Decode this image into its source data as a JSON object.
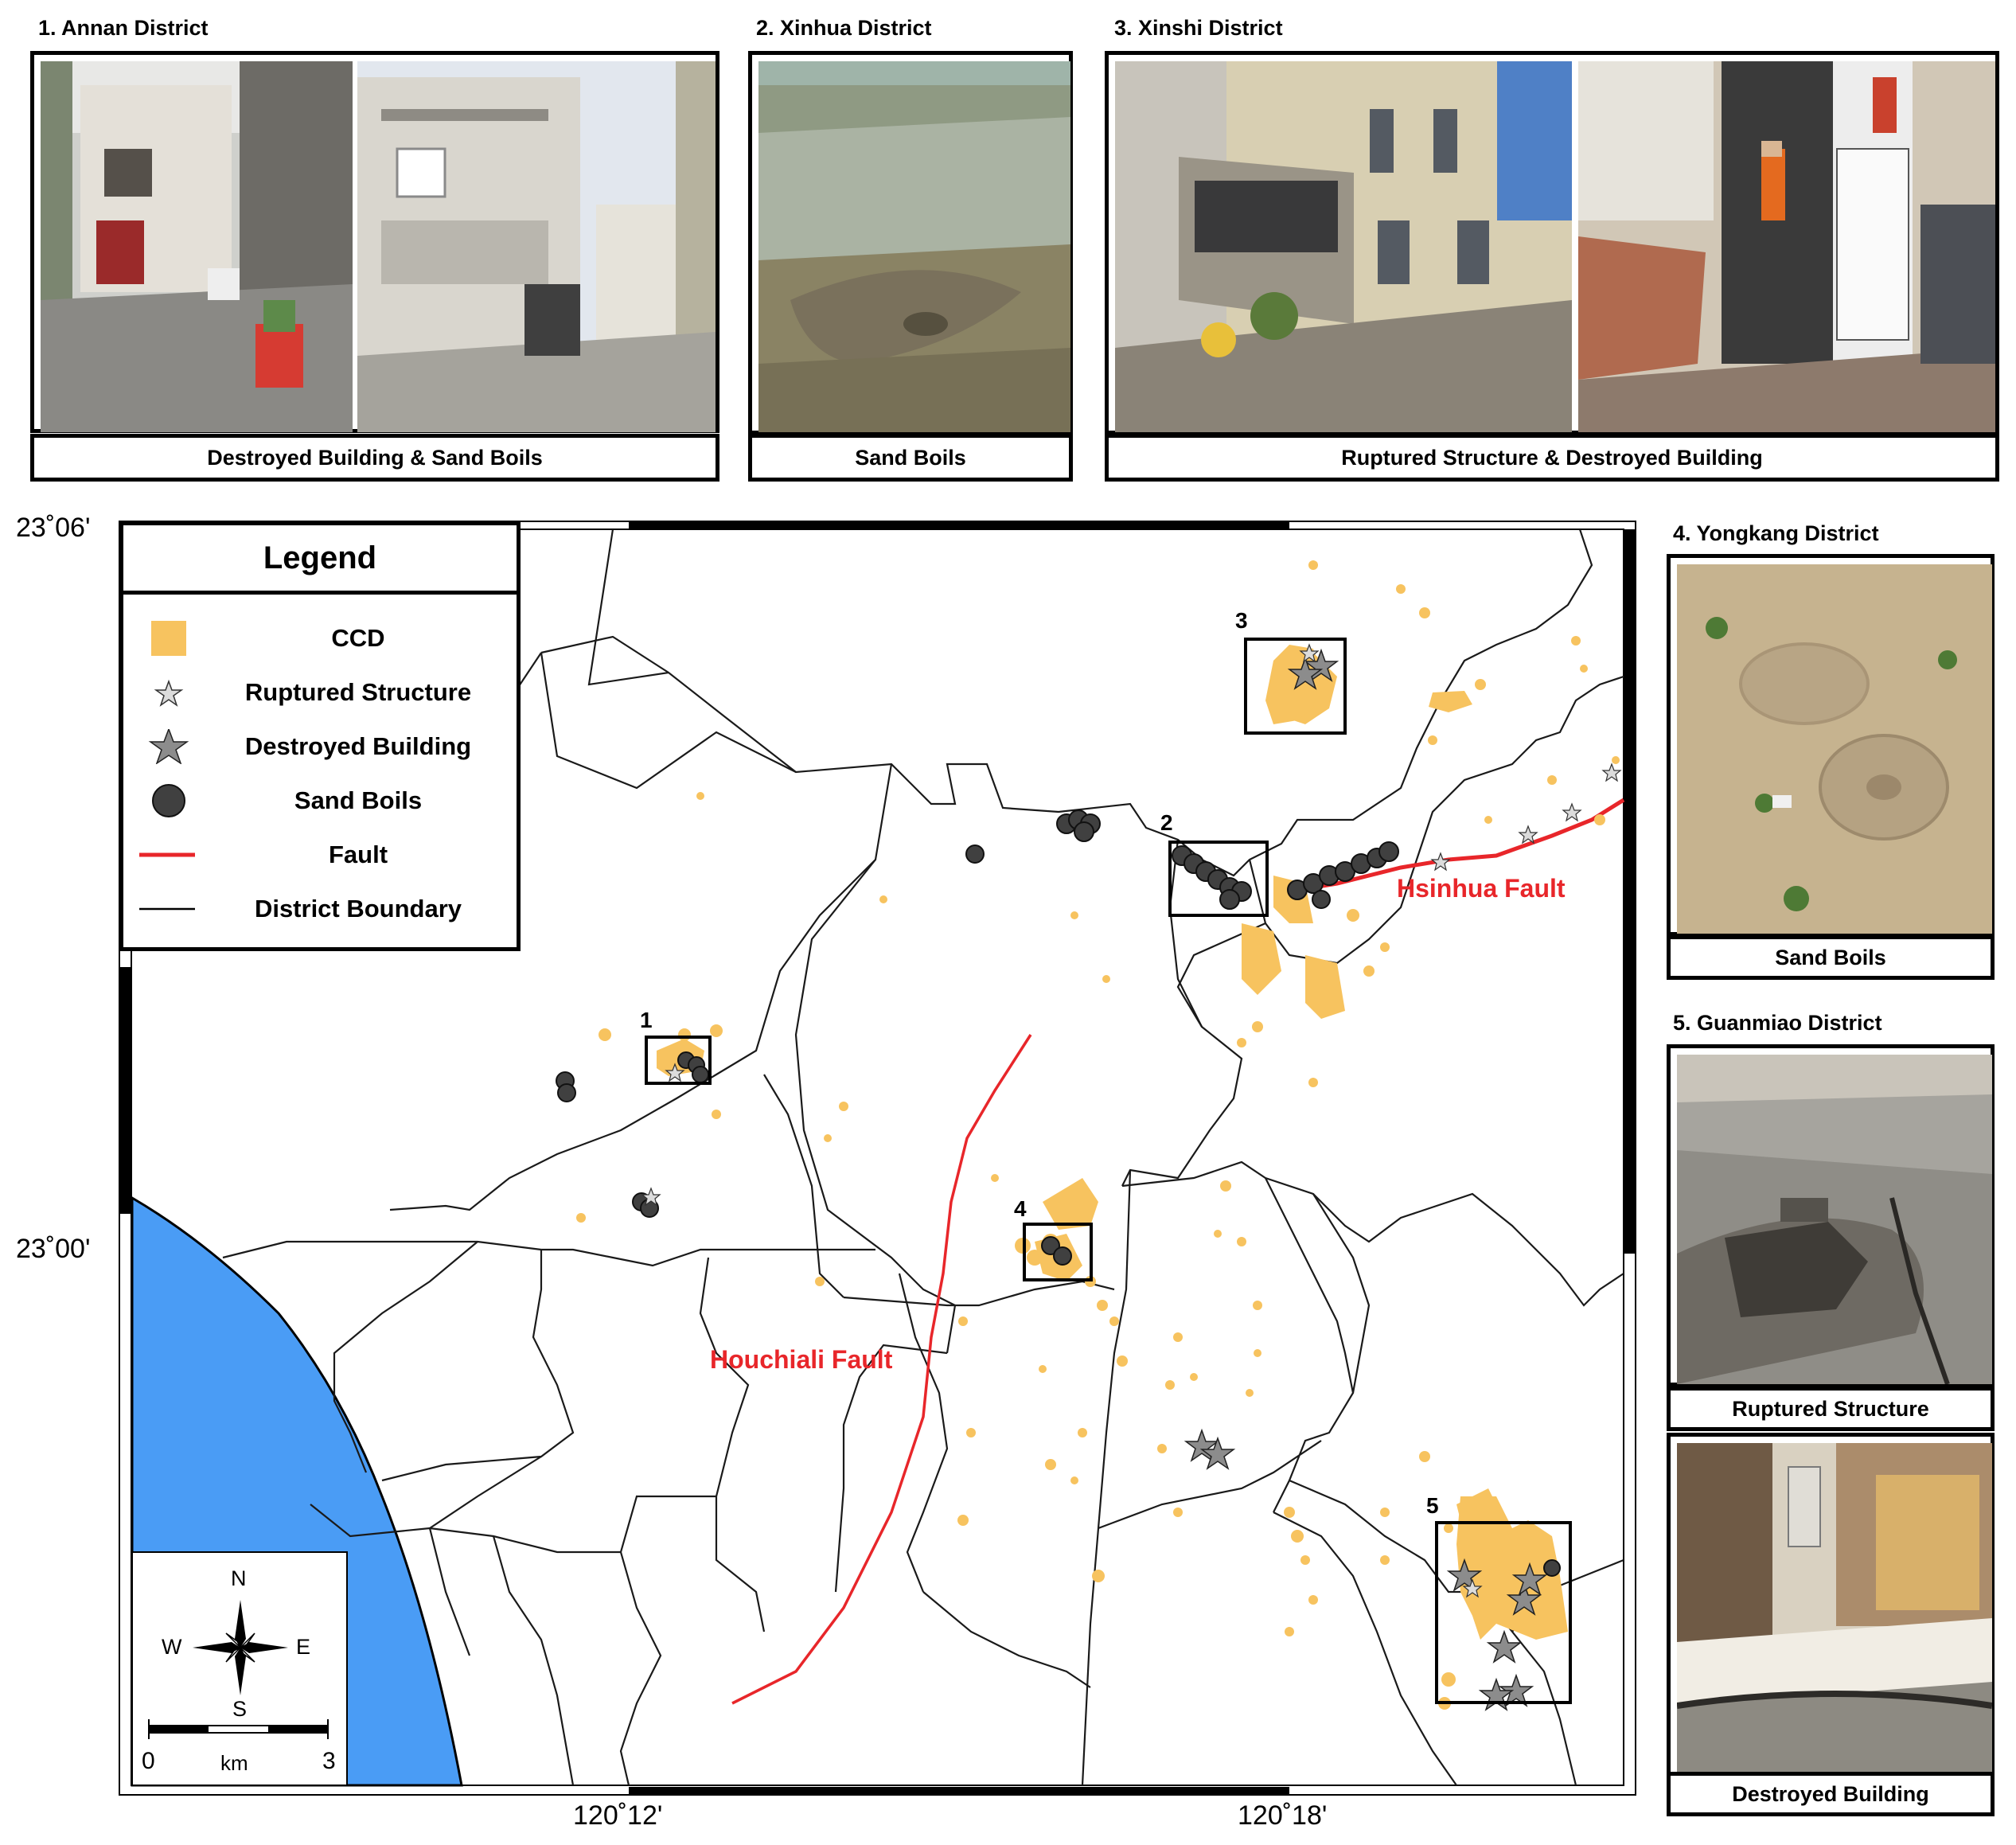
{
  "panels": [
    {
      "title": "1. Annan District",
      "caption": "Destroyed Building & Sand Boils"
    },
    {
      "title": "2. Xinhua District",
      "caption": "Sand Boils"
    },
    {
      "title": "3. Xinshi District",
      "caption": "Ruptured Structure & Destroyed Building"
    },
    {
      "title": "4. Yongkang District",
      "caption": "Sand Boils"
    },
    {
      "title": "5. Guanmiao District",
      "captions": [
        "Ruptured Structure",
        "Destroyed Building"
      ]
    }
  ],
  "legend": {
    "title": "Legend",
    "items": [
      {
        "label": "CCD",
        "color": "#f7c35f"
      },
      {
        "label": "Ruptured Structure",
        "color": "#dcdcdc"
      },
      {
        "label": "Destroyed Building",
        "color": "#8c8c8c"
      },
      {
        "label": "Sand Boils",
        "color": "#404040"
      },
      {
        "label": "Fault",
        "color": "#e8262a"
      },
      {
        "label": "District Boundary",
        "color": "#000000"
      }
    ]
  },
  "map": {
    "lat_labels": [
      "23˚06'",
      "23˚00'"
    ],
    "lon_labels": [
      "120˚12'",
      "120˚18'"
    ],
    "faults": [
      "Hsinhua Fault",
      "Houchiali Fault"
    ],
    "box_numbers": [
      "1",
      "2",
      "3",
      "4",
      "5"
    ],
    "sea_color": "#4a9cf5",
    "compass": {
      "n": "N",
      "s": "S",
      "e": "E",
      "w": "W"
    },
    "scalebar": {
      "min": "0",
      "unit": "km",
      "max": "3"
    }
  }
}
